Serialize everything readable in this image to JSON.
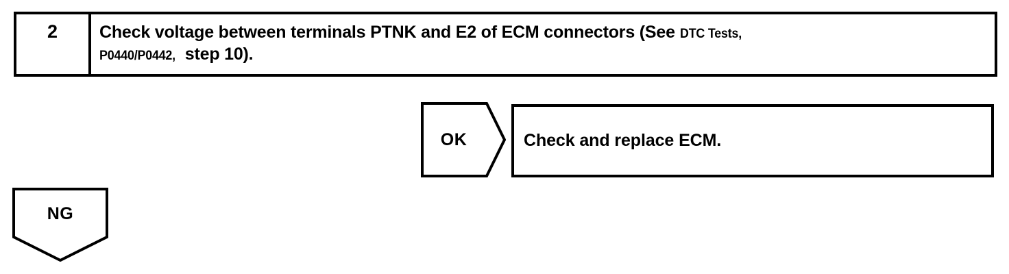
{
  "diagram": {
    "type": "diagnostic-flowchart",
    "colors": {
      "ink": "#000000",
      "paper": "#ffffff"
    },
    "step": {
      "number": "2",
      "instruction_line1_bold_a": "Check voltage between terminals PTNK and E2 of ECM connectors (See ",
      "instruction_line1_ref": "DTC Tests,",
      "instruction_line2_ref": "P0440/P0442,",
      "instruction_line2_bold": " step 10).",
      "full_instruction": "Check voltage between terminals PTNK and E2 of ECM connectors (See DTC Tests, P0440/P0442, step 10)."
    },
    "branches": [
      {
        "id": "ok",
        "label": "OK",
        "shape": "right-pointing-pentagon",
        "result_text": "Check and replace ECM."
      },
      {
        "id": "ng",
        "label": "NG",
        "shape": "down-pointing-pentagon",
        "result_text": ""
      }
    ]
  }
}
